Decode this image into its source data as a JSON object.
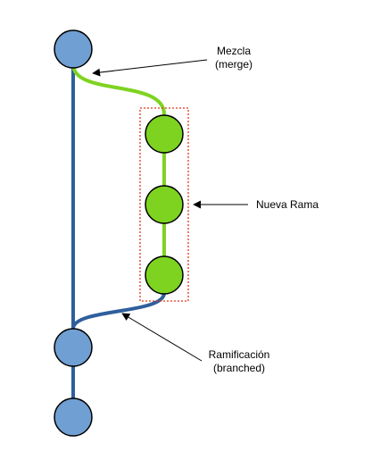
{
  "colors": {
    "main_branch": "#2F5F9C",
    "main_node_fill": "#6F9FD3",
    "feature_branch": "#7ED321",
    "feature_node_fill": "#7ED321",
    "node_outline": "#000000",
    "group_box": "#E2371A",
    "arrow": "#000000"
  },
  "labels": {
    "merge_line1": "Mezcla",
    "merge_line2": "(merge)",
    "new_branch": "Nueva Rama",
    "branched_line1": "Ramificación",
    "branched_line2": "(branched)"
  }
}
